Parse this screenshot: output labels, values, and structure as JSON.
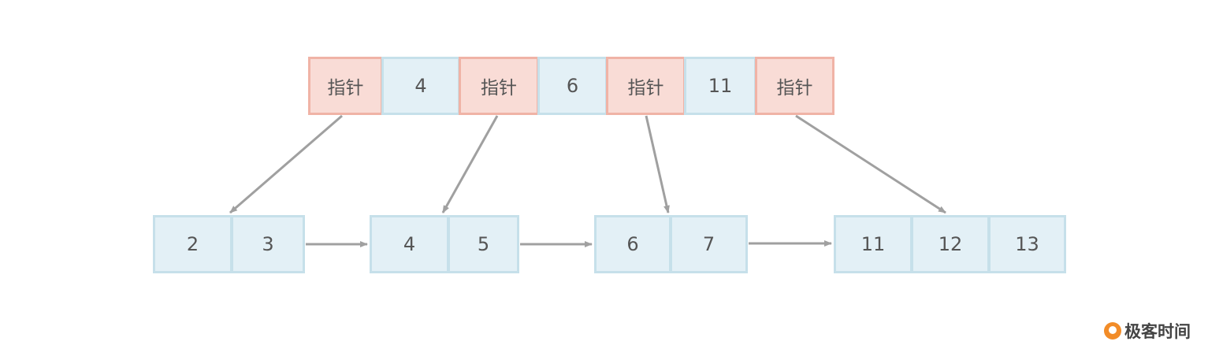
{
  "root": {
    "cells": [
      {
        "kind": "pointer",
        "label": "指针"
      },
      {
        "kind": "key",
        "label": "4"
      },
      {
        "kind": "pointer",
        "label": "指针"
      },
      {
        "kind": "key",
        "label": "6"
      },
      {
        "kind": "pointer",
        "label": "指针"
      },
      {
        "kind": "key",
        "label": "11"
      },
      {
        "kind": "pointer",
        "label": "指针"
      }
    ]
  },
  "leaves": [
    {
      "keys": [
        "2",
        "3"
      ]
    },
    {
      "keys": [
        "4",
        "5"
      ]
    },
    {
      "keys": [
        "6",
        "7"
      ]
    },
    {
      "keys": [
        "11",
        "12",
        "13"
      ]
    }
  ],
  "colors": {
    "key_fill": "#e3f0f6",
    "key_border": "#c6e0ea",
    "pointer_fill": "#f9dcd6",
    "pointer_border": "#f0b3a6",
    "arrow": "#a0a0a0"
  },
  "watermark": {
    "icon": "geektime-logo-icon",
    "text": "极客时间"
  }
}
